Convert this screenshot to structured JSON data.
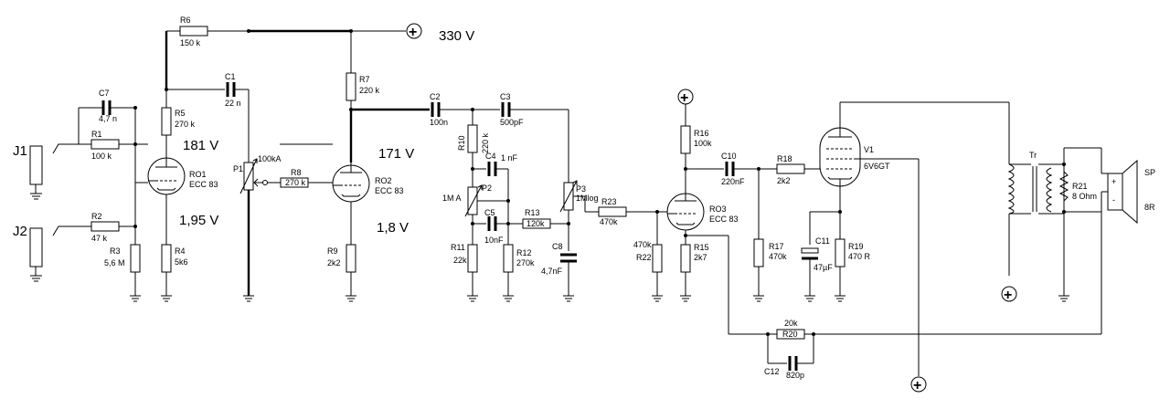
{
  "supply": {
    "voltage": "330 V",
    "plus": "+"
  },
  "voltages": {
    "ro1_anode": "181 V",
    "ro1_cathode": "1,95 V",
    "ro2_anode": "171 V",
    "ro2_cathode": "1,8 V"
  },
  "jacks": {
    "j1": "J1",
    "j2": "J2"
  },
  "r": {
    "r1": "R1",
    "r1v": "100  k",
    "r2": "R2",
    "r2v": "47 k",
    "r3": "R3",
    "r3v": "5,6 M",
    "r4": "R4",
    "r4v": "5k6",
    "r5": "R5",
    "r5v": "270 k",
    "r6": "R6",
    "r6v": "150 k",
    "r7": "R7",
    "r7v": "220 k",
    "r8": "R8",
    "r8v": "270 k",
    "r9": "R9",
    "r9v": "2k2",
    "r10": "R10",
    "r10v": "220 k",
    "r11": "R11",
    "r11v": "22k",
    "r12": "R12",
    "r12v": "270k",
    "r13": "R13",
    "r13v": "120k",
    "r15": "R15",
    "r15v": "2k7",
    "r16": "R16",
    "r16v": "100k",
    "r17": "R17",
    "r17v": "470k",
    "r18": "R18",
    "r18v": "2k2",
    "r19": "R19",
    "r19v": "470 R",
    "r20": "R20",
    "r20v": "20k",
    "r21": "R21",
    "r21v": "8 Ohm",
    "r22": "R22",
    "r22v": "470k",
    "r23": "R23",
    "r23v": "470k"
  },
  "c": {
    "c1": "C1",
    "c1v": "22 n",
    "c2": "C2",
    "c2v": "100n",
    "c3": "C3",
    "c3v": "500pF",
    "c4": "C4",
    "c4v": "1 nF",
    "c5": "C5",
    "c5v": "10nF",
    "c7": "C7",
    "c7v": "4,7 n",
    "c8": "C8",
    "c8v": "4,7nF",
    "c10": "C10",
    "c10v": "220nF",
    "c11": "C11",
    "c11v": "47µF",
    "c12": "C12",
    "c12v": "820p"
  },
  "p": {
    "p1": "P1",
    "p1v": "100kA",
    "p2": "P2",
    "p2v": "1M A",
    "p3": "P3",
    "p3v": "1Mlog"
  },
  "tubes": {
    "ro1": "RO1",
    "ro1t": "ECC 83",
    "ro2": "RO2",
    "ro2t": "ECC 83",
    "ro3": "RO3",
    "ro3t": "ECC 83",
    "v1": "V1",
    "v1t": "6V6GT"
  },
  "out": {
    "tr": "Tr",
    "sp": "SP",
    "sp_imp": "8R",
    "sp_plus": "+",
    "sp_minus": "-"
  }
}
